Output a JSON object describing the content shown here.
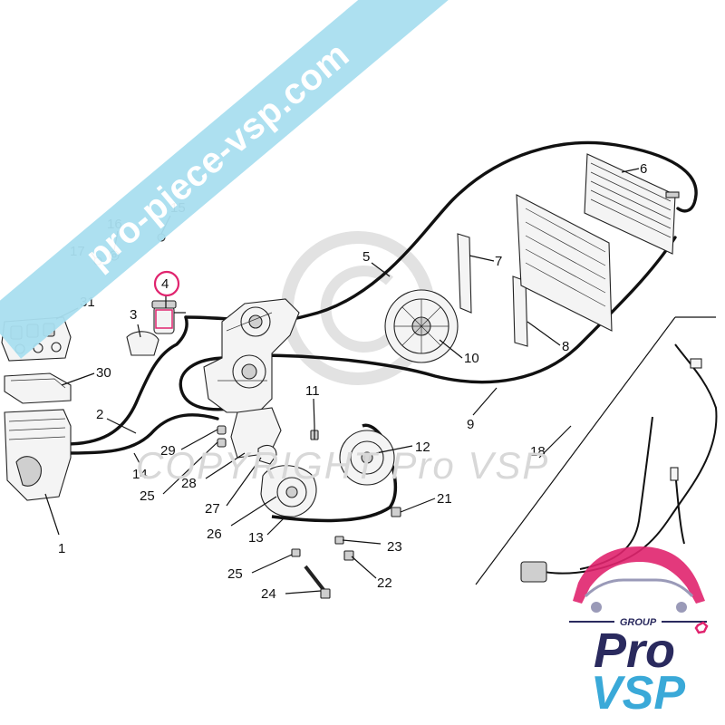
{
  "banner": {
    "text": "pro-piece-vsp.com"
  },
  "watermark": {
    "text": "COPYRIGHT Pro VSP"
  },
  "logo": {
    "group_label": "GROUP",
    "line1": "Pro",
    "line2": "VSP",
    "colors": {
      "primary": "#2a2a5e",
      "accent": "#e0246e",
      "secondary": "#3aa9d8"
    }
  },
  "highlight_color": "#e0246e",
  "callouts": {
    "c1": "1",
    "c2": "2",
    "c3": "3",
    "c4": "4",
    "c5": "5",
    "c6": "6",
    "c7": "7",
    "c8": "8",
    "c9": "9",
    "c10": "10",
    "c11": "11",
    "c12": "12",
    "c13": "13",
    "c14": "14",
    "c15": "15",
    "c16": "16",
    "c17": "17",
    "c18": "18",
    "c21": "21",
    "c22": "22",
    "c23": "23",
    "c24": "24",
    "c25a": "25",
    "c25b": "25",
    "c26": "26",
    "c27": "27",
    "c28": "28",
    "c29": "29",
    "c30": "30",
    "c31": "31"
  }
}
